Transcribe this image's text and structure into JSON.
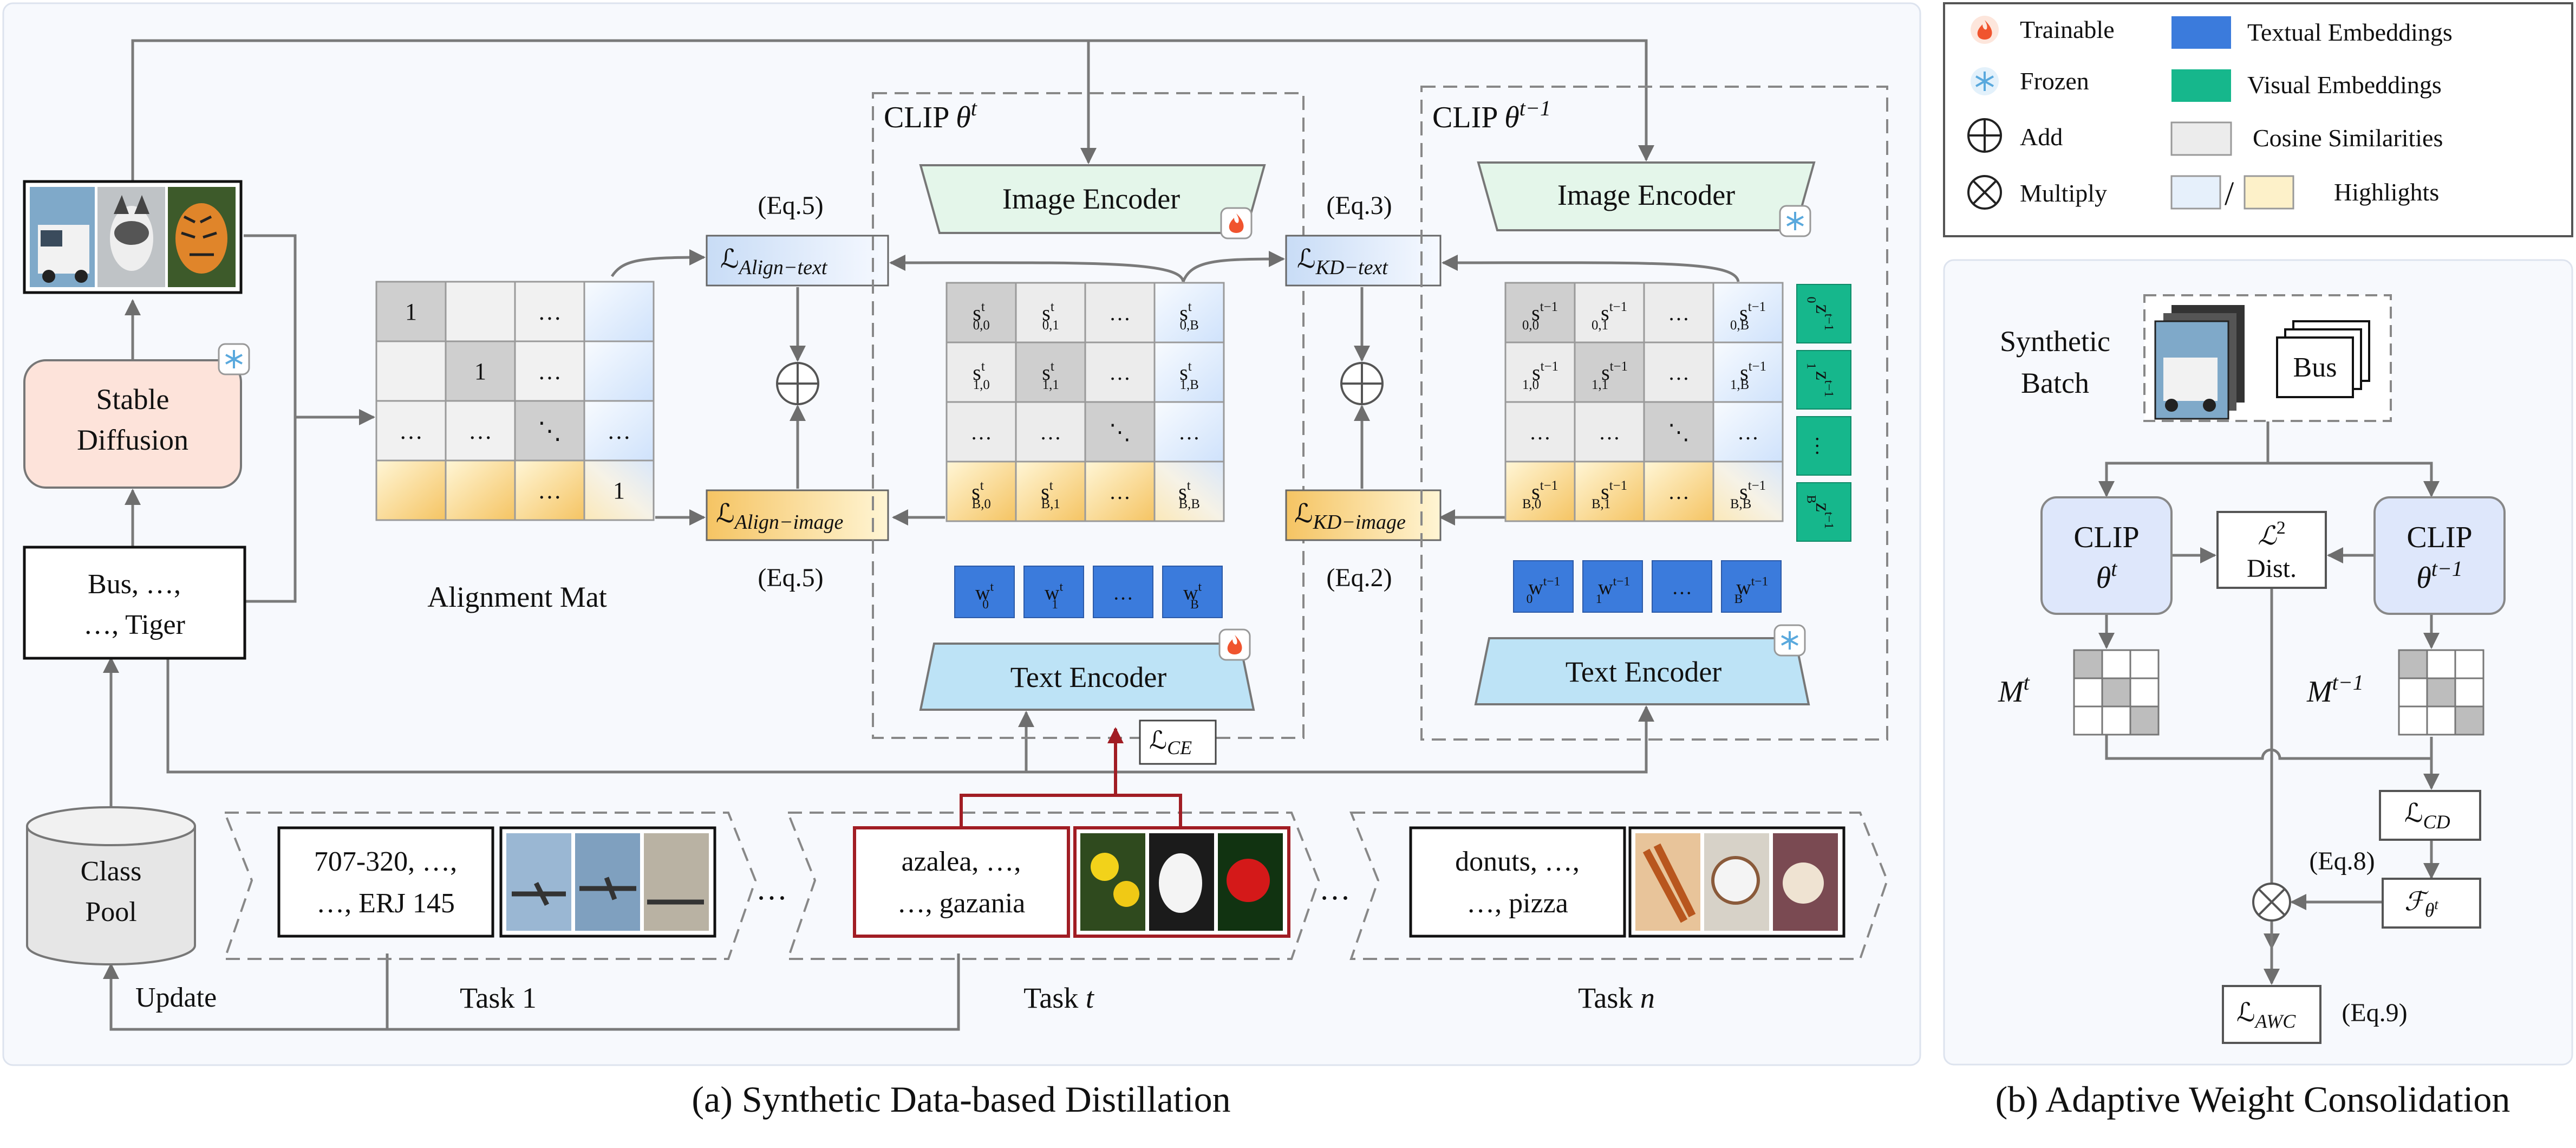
{
  "legend": {
    "items": [
      {
        "icon": "fire-icon",
        "label": "Trainable"
      },
      {
        "icon": "snowflake-icon",
        "label": "Frozen"
      },
      {
        "icon": "add-icon",
        "label": "Add"
      },
      {
        "icon": "multiply-icon",
        "label": "Multiply"
      },
      {
        "swatch": "#3b7bdc",
        "label": "Textual Embeddings"
      },
      {
        "swatch": "#16b78c",
        "label": "Visual Embeddings"
      },
      {
        "swatch": "#ececec",
        "label": "Cosine Similarities"
      },
      {
        "swatch": "#e6f0fb",
        "swatch2": "#fdf1c9",
        "label": "Highlights",
        "sep": "/"
      }
    ]
  },
  "colors": {
    "textual": "#3b7bdc",
    "visual": "#16b78c",
    "cosine": "#ececec",
    "highlight_blue": "#e6f0fb",
    "highlight_yellow": "#fdf1c9",
    "stable_diffusion": "#fde3da",
    "task_red": "#a11d24",
    "encoder_green": "#e4f6ea",
    "encoder_blue": "#bde3f6"
  },
  "panel_a": {
    "caption": "(a) Synthetic Data-based Distillation",
    "stable_diffusion": [
      "Stable",
      "Diffusion"
    ],
    "class_text": [
      "Bus, …,",
      "…, Tiger"
    ],
    "class_pool": [
      "Class",
      "Pool"
    ],
    "update": "Update",
    "alignment_mat_label": "Alignment Mat",
    "alignment_mat": [
      [
        "1",
        "",
        "…",
        ""
      ],
      [
        "",
        "1",
        "…",
        ""
      ],
      [
        "…",
        "…",
        "⋱",
        "…"
      ],
      [
        "",
        "",
        "…",
        "1"
      ]
    ],
    "clip_t": {
      "prefix": "CLIP ",
      "theta": "θ",
      "sup": "t"
    },
    "clip_t1": {
      "prefix": "CLIP ",
      "theta": "θ",
      "sup": "t−1"
    },
    "image_encoder": "Image Encoder",
    "text_encoder": "Text Encoder",
    "eq5_top": "(Eq.5)",
    "eq5_bottom": "(Eq.5)",
    "eq3": "(Eq.3)",
    "eq2": "(Eq.2)",
    "loss_align_text": "Align−text",
    "loss_align_image": "Align−image",
    "loss_kd_text": "KD−text",
    "loss_kd_image": "KD−image",
    "loss_ce": "CE",
    "sim_t": [
      [
        [
          "s",
          "t",
          "0,0"
        ],
        [
          "s",
          "t",
          "0,1"
        ],
        [
          "…",
          "",
          ""
        ],
        [
          "s",
          "t",
          "0,B"
        ]
      ],
      [
        [
          "s",
          "t",
          "1,0"
        ],
        [
          "s",
          "t",
          "1,1"
        ],
        [
          "…",
          "",
          ""
        ],
        [
          "s",
          "t",
          "1,B"
        ]
      ],
      [
        [
          "…",
          "",
          ""
        ],
        [
          "…",
          "",
          ""
        ],
        [
          "⋱",
          "",
          ""
        ],
        [
          "…",
          "",
          ""
        ]
      ],
      [
        [
          "s",
          "t",
          "B,0"
        ],
        [
          "s",
          "t",
          "B,1"
        ],
        [
          "…",
          "",
          ""
        ],
        [
          "s",
          "t",
          "B,B"
        ]
      ]
    ],
    "sim_t1": [
      [
        [
          "s",
          "t−1",
          "0,0"
        ],
        [
          "s",
          "t−1",
          "0,1"
        ],
        [
          "…",
          "",
          ""
        ],
        [
          "s",
          "t−1",
          "0,B"
        ]
      ],
      [
        [
          "s",
          "t−1",
          "1,0"
        ],
        [
          "s",
          "t−1",
          "1,1"
        ],
        [
          "…",
          "",
          ""
        ],
        [
          "s",
          "t−1",
          "1,B"
        ]
      ],
      [
        [
          "…",
          "",
          ""
        ],
        [
          "…",
          "",
          ""
        ],
        [
          "⋱",
          "",
          ""
        ],
        [
          "…",
          "",
          ""
        ]
      ],
      [
        [
          "s",
          "t−1",
          "B,0"
        ],
        [
          "s",
          "t−1",
          "B,1"
        ],
        [
          "…",
          "",
          ""
        ],
        [
          "s",
          "t−1",
          "B,B"
        ]
      ]
    ],
    "w_t": [
      [
        "w",
        "t",
        "0"
      ],
      [
        "w",
        "t",
        "1"
      ],
      [
        "…",
        "",
        ""
      ],
      [
        "w",
        "t",
        "B"
      ]
    ],
    "w_t1": [
      [
        "w",
        "t−1",
        "0"
      ],
      [
        "w",
        "t−1",
        "1"
      ],
      [
        "…",
        "",
        ""
      ],
      [
        "w",
        "t−1",
        "B"
      ]
    ],
    "z_t1": [
      [
        "z",
        "t−1",
        "0"
      ],
      [
        "z",
        "t−1",
        "1"
      ],
      [
        "…",
        "",
        ""
      ],
      [
        "z",
        "t−1",
        "B"
      ]
    ],
    "tasks": [
      {
        "text": [
          "707-320, …,",
          "…, ERJ 145"
        ],
        "label": "Task 1",
        "var": ""
      },
      {
        "text": [
          "azalea, …,",
          "…, gazania"
        ],
        "label": "Task ",
        "var": "t"
      },
      {
        "text": [
          "donuts, …,",
          "…, pizza"
        ],
        "label": "Task ",
        "var": "n"
      }
    ],
    "ellipsis": "…"
  },
  "panel_b": {
    "caption": "(b) Adaptive Weight Consolidation",
    "synthetic_batch": [
      "Synthetic",
      "Batch"
    ],
    "bus": "Bus",
    "clip_t": {
      "line1": "CLIP",
      "theta": "θ",
      "sup": "t"
    },
    "clip_t1": {
      "line1": "CLIP",
      "theta": "θ",
      "sup": "t−1"
    },
    "dist_top": "2",
    "dist_bottom": "Dist.",
    "m_t": {
      "base": "M",
      "sup": "t"
    },
    "m_t1": {
      "base": "M",
      "sup": "t−1"
    },
    "loss_cd": "CD",
    "fisher": "θ",
    "fisher_sup": "t",
    "loss_awc": "AWC",
    "eq8": "(Eq.8)",
    "eq9": "(Eq.9)"
  }
}
